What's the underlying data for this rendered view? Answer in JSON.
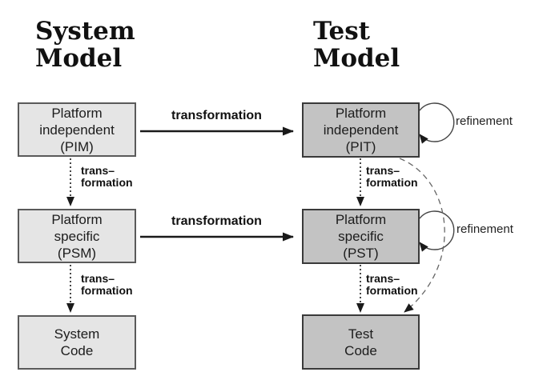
{
  "headings": {
    "system_model": [
      "System",
      "Model"
    ],
    "test_model": [
      "Test",
      "Model"
    ]
  },
  "boxes": {
    "pim": {
      "lines": [
        "Platform",
        "independent",
        "(PIM)"
      ]
    },
    "psm": {
      "lines": [
        "Platform",
        "specific",
        "(PSM)"
      ]
    },
    "system_code": {
      "lines": [
        "System",
        "Code"
      ]
    },
    "pit": {
      "lines": [
        "Platform",
        "independent",
        "(PIT)"
      ]
    },
    "pst": {
      "lines": [
        "Platform",
        "specific",
        "(PST)"
      ]
    },
    "test_code": {
      "lines": [
        "Test",
        "Code"
      ]
    }
  },
  "labels": {
    "transformation_top": "transformation",
    "transformation_mid": "transformation",
    "vertical_transformation": {
      "line1": "trans–",
      "line2": "formation"
    },
    "refinement_top": "refinement",
    "refinement_bottom": "refinement"
  },
  "colors": {
    "background": "#ffffff",
    "left_box_fill": "#e5e5e5",
    "left_box_border": "#5a5a5a",
    "right_box_fill": "#c3c3c3",
    "right_box_border": "#3a3a3a",
    "line_color": "#1a1a1a",
    "dashed_arrow_color": "#666666"
  }
}
